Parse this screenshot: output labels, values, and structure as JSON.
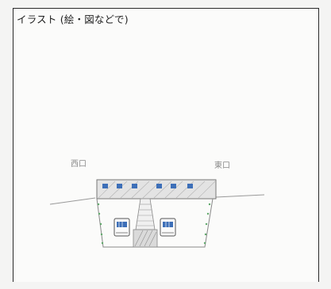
{
  "section": {
    "heading": "イラスト (絵・図などで)"
  },
  "illustration": {
    "labels": {
      "west_exit": "西口",
      "east_exit": "東口"
    },
    "colors": {
      "pencil": "#8c8c8c",
      "window_blue": "#3d6fb8",
      "grass_green": "#5fa86a",
      "hatch": "#9a9a9a"
    }
  }
}
